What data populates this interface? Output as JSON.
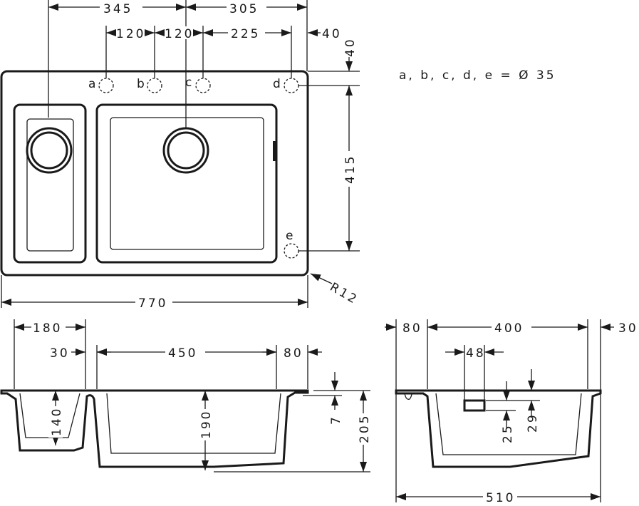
{
  "top_view": {
    "dims": {
      "d345": "345",
      "d305": "305",
      "d120a": "120",
      "d120b": "120",
      "d225": "225",
      "d40h": "40",
      "d40v": "40",
      "d415": "415",
      "d770": "770",
      "r12": "R12"
    },
    "holes": {
      "a": "a",
      "b": "b",
      "c": "c",
      "d": "d",
      "e": "e"
    },
    "note": "a, b, c, d, e = Ø 35"
  },
  "front_section": {
    "dims": {
      "d180": "180",
      "d30": "30",
      "d450": "450",
      "d80": "80",
      "d140": "140",
      "d190": "190",
      "d7": "7",
      "d205": "205"
    }
  },
  "side_section": {
    "dims": {
      "d80": "80",
      "d400": "400",
      "d30": "30",
      "d48": "48",
      "d25": "25",
      "d29": "29",
      "d510": "510"
    }
  }
}
